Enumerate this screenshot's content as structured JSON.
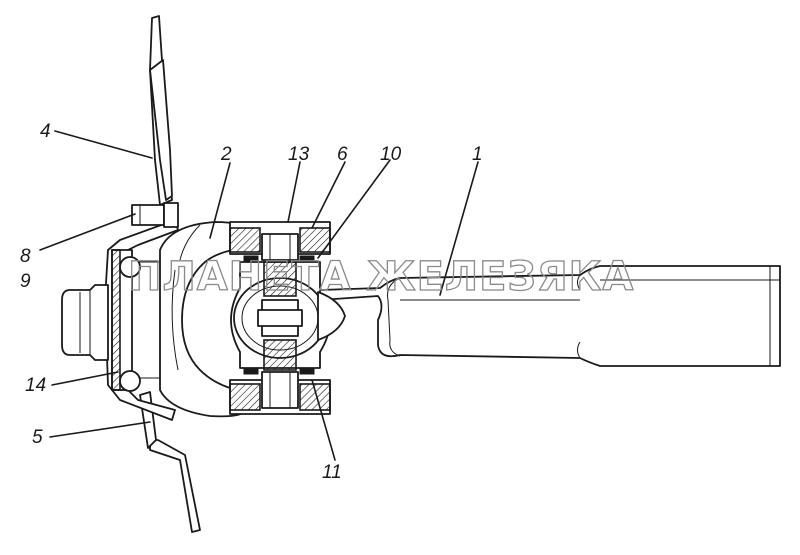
{
  "watermark": "ПЛАНЕТА ЖЕЛЕЗЯКА",
  "callouts": [
    {
      "id": "1",
      "text": "1"
    },
    {
      "id": "2",
      "text": "2"
    },
    {
      "id": "4",
      "text": "4"
    },
    {
      "id": "5",
      "text": "5"
    },
    {
      "id": "6",
      "text": "6"
    },
    {
      "id": "8",
      "text": "8"
    },
    {
      "id": "9",
      "text": "9"
    },
    {
      "id": "10",
      "text": "10"
    },
    {
      "id": "11",
      "text": "11"
    },
    {
      "id": "13",
      "text": "13"
    },
    {
      "id": "14",
      "text": "14"
    }
  ]
}
